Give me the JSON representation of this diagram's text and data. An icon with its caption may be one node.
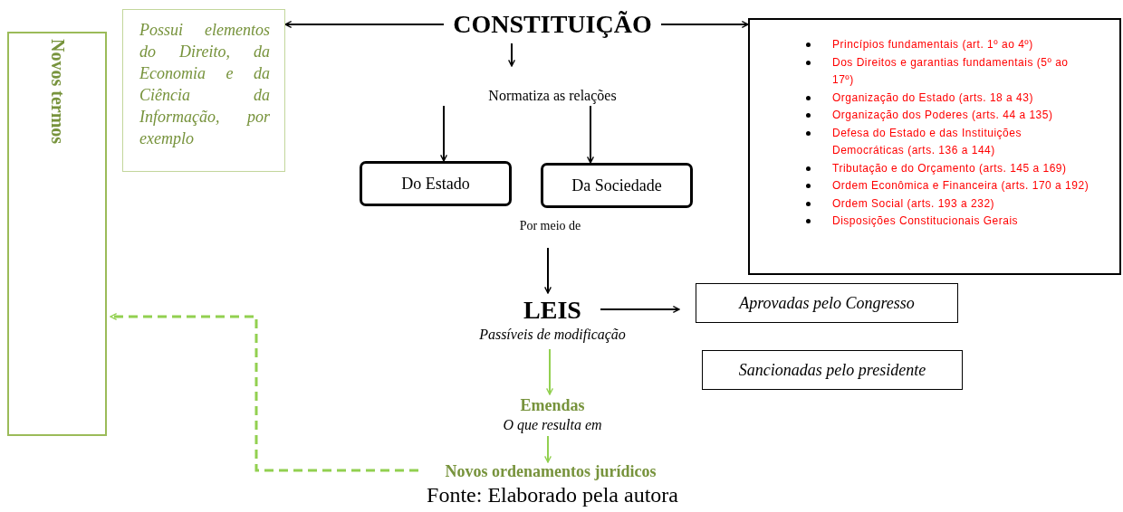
{
  "diagram": {
    "caption": "Fonte: Elaborado pela autora",
    "nodes": [
      {
        "text": [
          "Novos termos"
        ]
      },
      {
        "text": [
          "Possui elementos do Direito, da Economia e da Ciência da Informação, por exemplo"
        ]
      },
      {
        "text": [
          "CONSTITUIÇÃO"
        ]
      },
      {
        "text": [
          "Princípios fundamentais (art. 1º ao 4º)",
          "Dos Direitos e garantias fundamentais (5º ao 17º)",
          "Organização do Estado (arts. 18 a 43)",
          "Organização dos Poderes (arts. 44 a 135)",
          "Defesa do Estado e das Instituições Democráticas (arts. 136 a 144)",
          "Tributação e do Orçamento (arts. 145 a 169)",
          "Ordem Econômica e Financeira (arts. 170 a 192)",
          "Ordem Social (arts. 193 a 232)",
          "Disposições Constitucionais Gerais"
        ]
      },
      {
        "text": [
          "Normatiza as relações"
        ]
      },
      {
        "text": [
          "Do Estado"
        ]
      },
      {
        "text": [
          "Da Sociedade"
        ]
      },
      {
        "text": [
          "Por meio de"
        ]
      },
      {
        "text": [
          "LEIS",
          "Passíveis de modificação"
        ]
      },
      {
        "text": [
          "Aprovadas pelo Congresso"
        ]
      },
      {
        "text": [
          "Sancionadas pelo presidente"
        ]
      },
      {
        "text": [
          "Emendas",
          "O que resulta em"
        ]
      },
      {
        "text": [
          "Novos ordenamentos jurídicos"
        ]
      }
    ],
    "edges": [
      {
        "from": 2,
        "to": 1,
        "arrow": "to"
      },
      {
        "from": 2,
        "to": 3,
        "arrow": "to"
      },
      {
        "from": 2,
        "to": 4,
        "arrow": "to"
      },
      {
        "from": 4,
        "to": 5,
        "arrow": "to"
      },
      {
        "from": 4,
        "to": 6,
        "arrow": "to"
      },
      {
        "from": 7,
        "to": 8,
        "arrow": "to"
      },
      {
        "from": 8,
        "to": 9,
        "arrow": "to"
      },
      {
        "from": 8,
        "to": 11,
        "arrow": "to",
        "color": "#92d050"
      },
      {
        "from": 11,
        "to": 12,
        "arrow": "to",
        "color": "#92d050"
      },
      {
        "from": 12,
        "to": 0,
        "arrow": "to",
        "style": "dashed",
        "color": "#92d050"
      }
    ]
  }
}
